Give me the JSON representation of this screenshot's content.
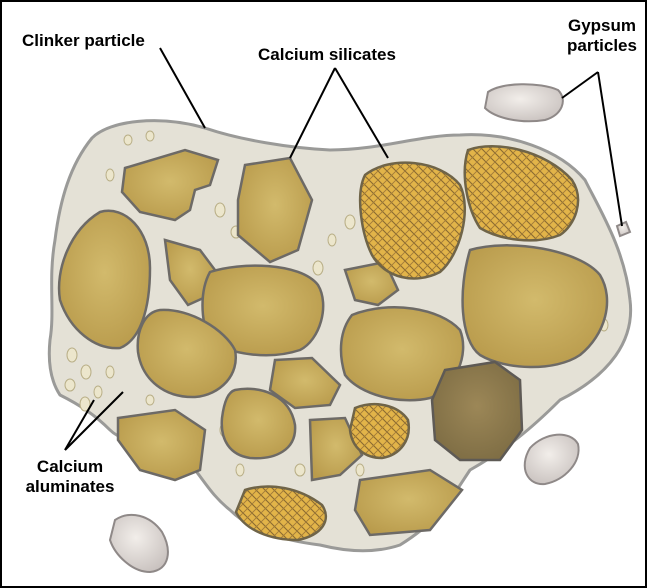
{
  "labels": {
    "clinker_particle": "Clinker particle",
    "calcium_silicates": "Calcium silicates",
    "gypsum_line1": "Gypsum",
    "gypsum_line2": "particles",
    "calcium_aluminates_line1": "Calcium",
    "calcium_aluminates_line2": "aluminates"
  },
  "colors": {
    "matrix": "#e4e1d6",
    "matrix_edge": "#9a9a98",
    "silicate_fill": "#c8ae58",
    "silicate_dark": "#9e8a56",
    "hatched_fill": "#d8a540",
    "gypsum_fill": "#dcd6d2",
    "gypsum_edge": "#8f8988"
  }
}
